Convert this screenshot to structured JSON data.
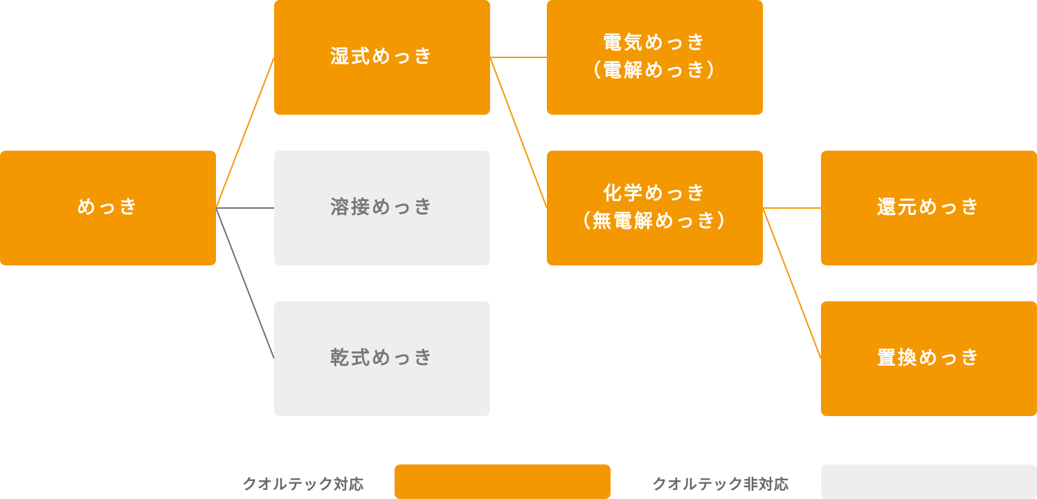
{
  "colors": {
    "supported": "#f39800",
    "unsupported": "#eeeeee",
    "supported_text": "#ffffff",
    "unsupported_text": "#777777",
    "supported_line": "#f39800",
    "unsupported_line": "#707070"
  },
  "nodes": {
    "root": {
      "label": "めっき",
      "supported": true
    },
    "wet": {
      "label": "湿式めっき",
      "supported": true
    },
    "hot_dip": {
      "label": "溶接めっき",
      "supported": false
    },
    "dry": {
      "label": "乾式めっき",
      "supported": false
    },
    "electro": {
      "label": "電気めっき\n（電解めっき）",
      "supported": true
    },
    "chemical": {
      "label": "化学めっき\n（無電解めっき）",
      "supported": true
    },
    "reduction": {
      "label": "還元めっき",
      "supported": true
    },
    "displacement": {
      "label": "置換めっき",
      "supported": true
    }
  },
  "edges": [
    {
      "from": "root",
      "to": "wet",
      "supported": true
    },
    {
      "from": "root",
      "to": "hot_dip",
      "supported": false
    },
    {
      "from": "root",
      "to": "dry",
      "supported": false
    },
    {
      "from": "wet",
      "to": "electro",
      "supported": true
    },
    {
      "from": "wet",
      "to": "chemical",
      "supported": true
    },
    {
      "from": "chemical",
      "to": "reduction",
      "supported": true
    },
    {
      "from": "chemical",
      "to": "displacement",
      "supported": true
    }
  ],
  "legend": {
    "supported_label": "クオルテック対応",
    "unsupported_label": "クオルテック非対応"
  }
}
